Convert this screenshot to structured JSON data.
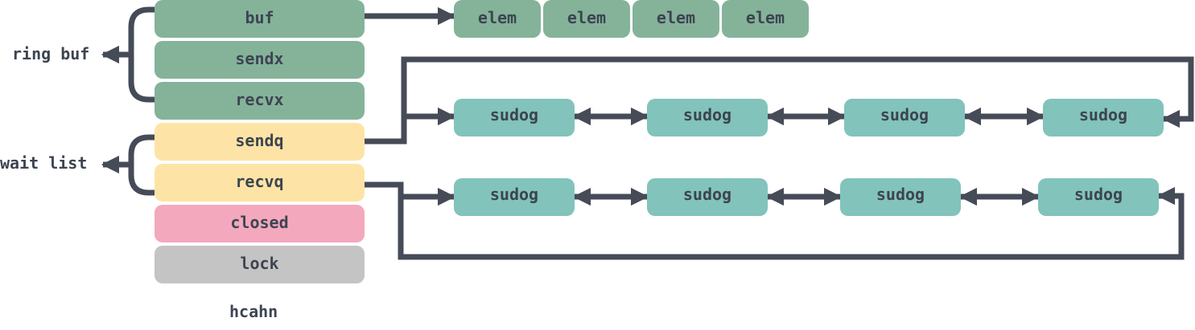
{
  "channel": {
    "fields": [
      "buf",
      "sendx",
      "recvx",
      "sendq",
      "recvq",
      "closed",
      "lock"
    ],
    "caption": "hcahn"
  },
  "groups": {
    "ring_buf_label": "ring buf",
    "wait_list_label": "wait list"
  },
  "buffer": {
    "elements": [
      "elem",
      "elem",
      "elem",
      "elem"
    ]
  },
  "sendq_list": {
    "nodes": [
      "sudog",
      "sudog",
      "sudog",
      "sudog"
    ]
  },
  "recvq_list": {
    "nodes": [
      "sudog",
      "sudog",
      "sudog",
      "sudog"
    ]
  },
  "colors": {
    "ring_fields": "#84b39a",
    "wait_fields": "#fde4a6",
    "closed_field": "#f4a8bd",
    "lock_field": "#c4c4c4",
    "sudog_nodes": "#82c3bc",
    "connectors": "#454b57"
  }
}
